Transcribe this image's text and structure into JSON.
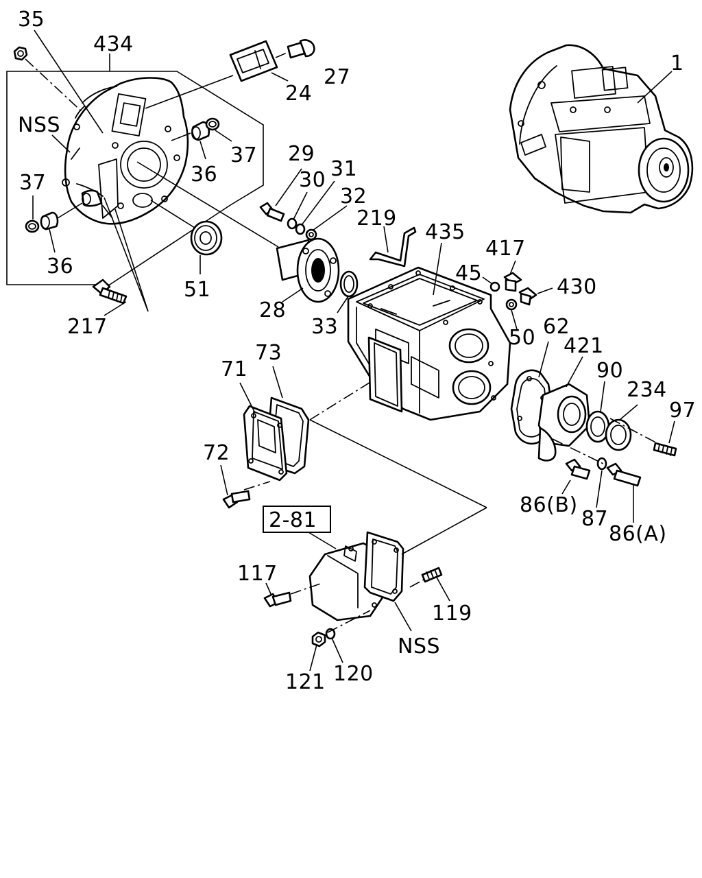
{
  "diagram": {
    "callouts": {
      "c35": "35",
      "c434": "434",
      "cNSS1": "NSS",
      "c37a": "37",
      "c36a": "36",
      "c37b": "37",
      "c36b": "36",
      "c24": "24",
      "c27": "27",
      "c1": "1",
      "c29": "29",
      "c30": "30",
      "c31": "31",
      "c32": "32",
      "c219": "219",
      "c435": "435",
      "c417": "417",
      "c45": "45",
      "c430": "430",
      "c51": "51",
      "c28": "28",
      "c33": "33",
      "c217": "217",
      "c50": "50",
      "c62": "62",
      "c421": "421",
      "c90": "90",
      "c234": "234",
      "c97": "97",
      "c71": "71",
      "c73": "73",
      "c72": "72",
      "c86b": "86(B)",
      "c87": "87",
      "c86a": "86(A)",
      "ref281": "2-81",
      "c117": "117",
      "c119": "119",
      "cNSS2": "NSS",
      "c121": "121",
      "c120": "120"
    }
  }
}
